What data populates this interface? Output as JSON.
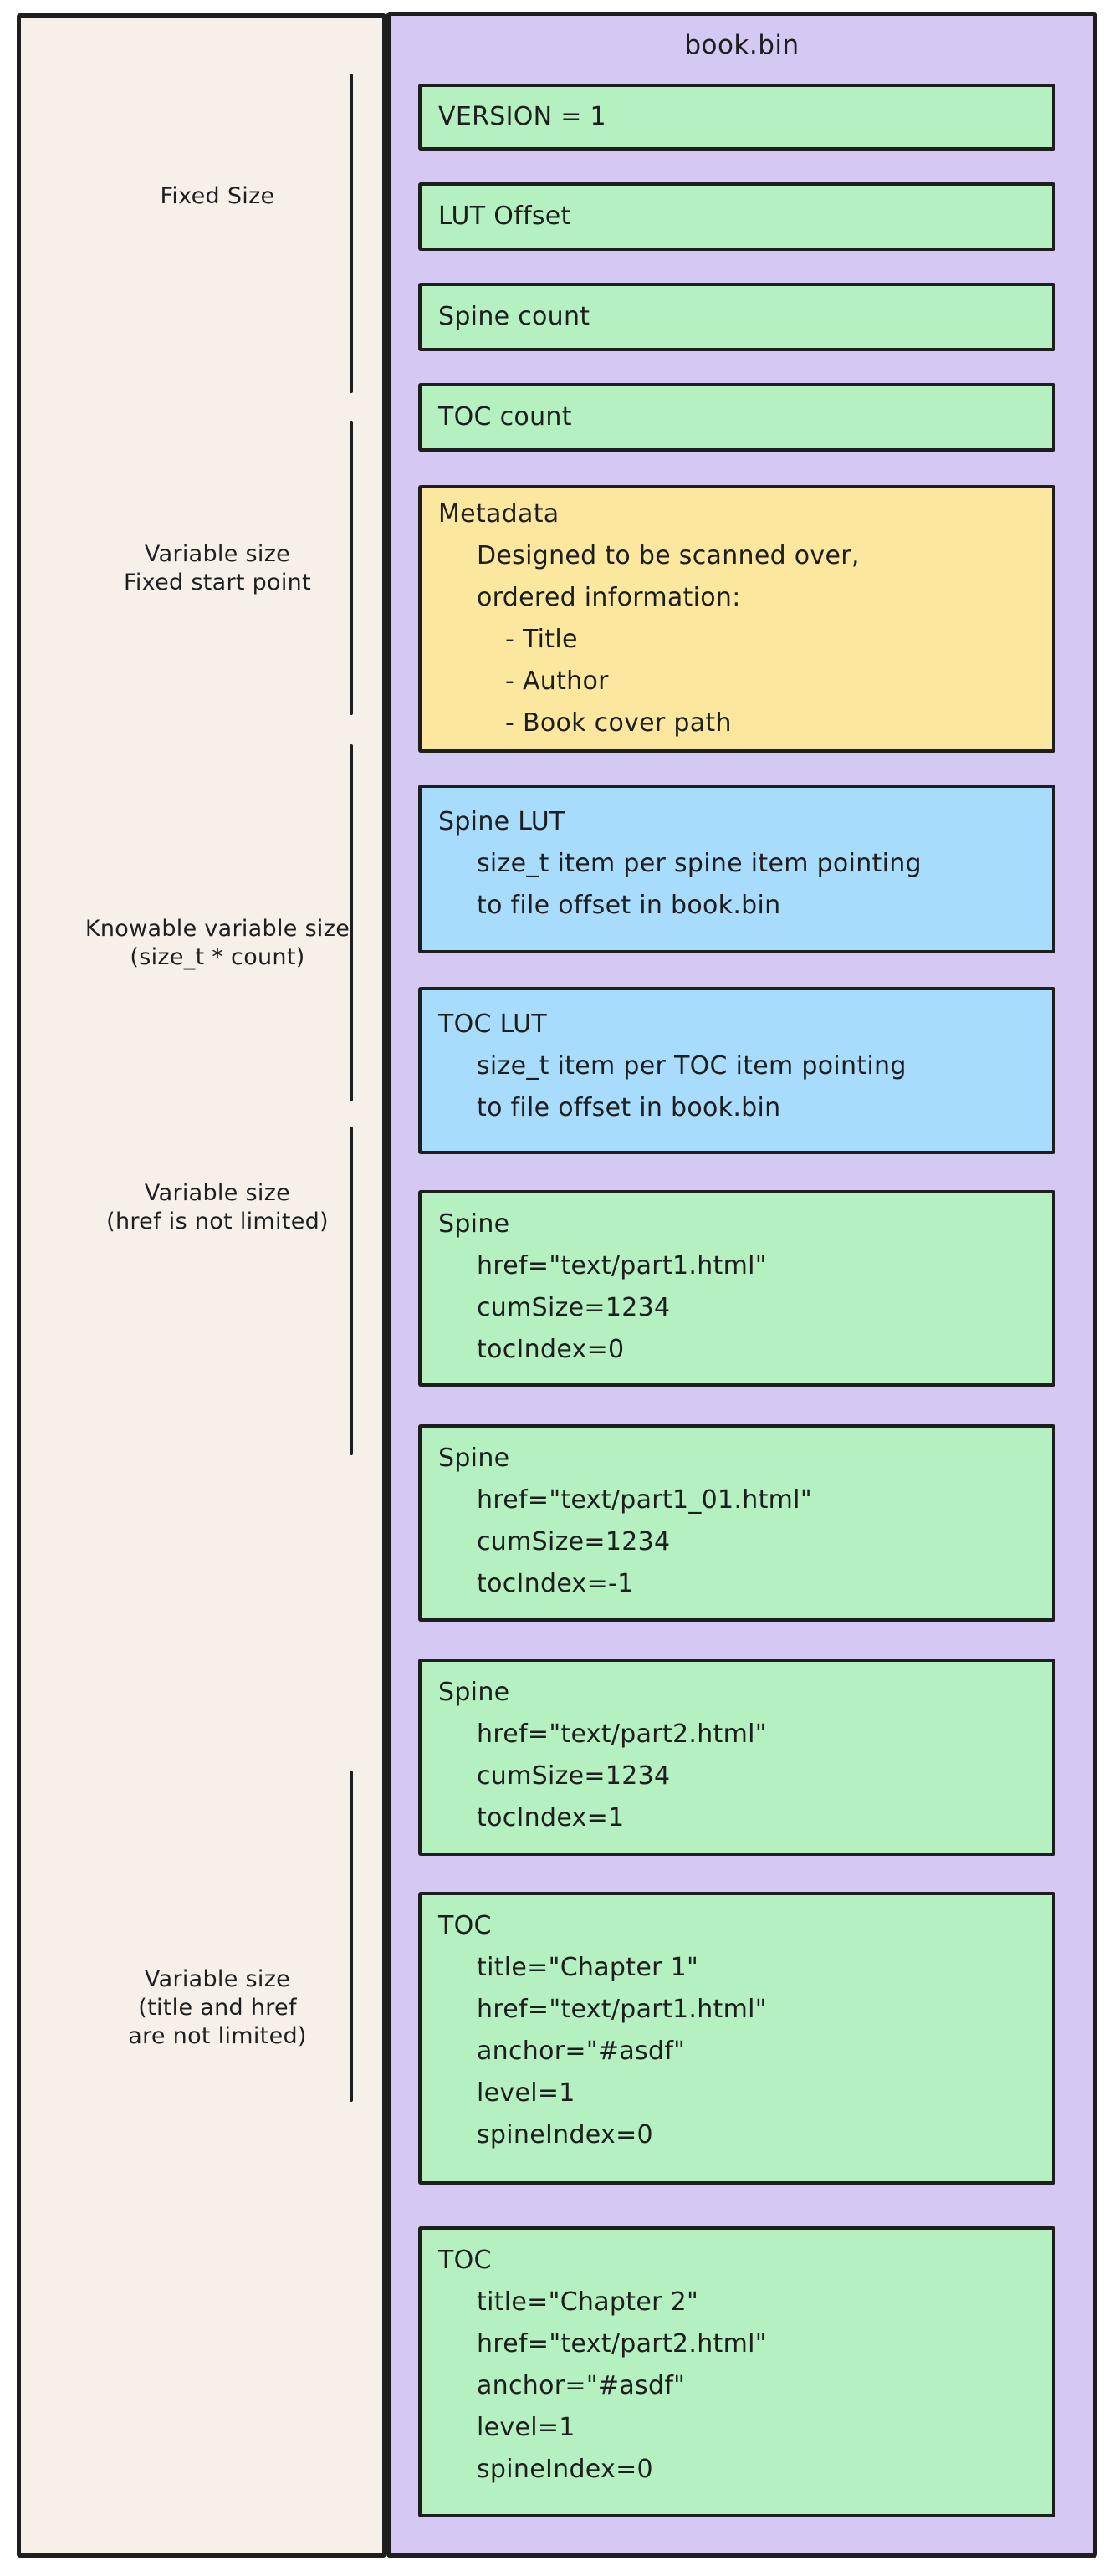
{
  "diagram": {
    "title": "book.bin",
    "colors": {
      "container_fill": "#d5c9f4",
      "side_panel_fill": "#f6f0e9",
      "fixed_field_fill": "#b4f0c0",
      "metadata_fill": "#fbe89e",
      "lut_fill": "#a8dcfc",
      "stroke": "#1e1e1e"
    },
    "side_labels": [
      {
        "lines": [
          "Fixed Size"
        ]
      },
      {
        "lines": [
          "Variable size",
          "Fixed start point"
        ]
      },
      {
        "lines": [
          "Knowable variable size",
          "(size_t * count)"
        ]
      },
      {
        "lines": [
          "Variable size",
          "(href is not limited)"
        ]
      },
      {
        "lines": [
          "Variable size",
          "(title and href",
          "are not limited)"
        ]
      }
    ],
    "boxes": [
      {
        "name": "version",
        "lines": [
          "VERSION = 1"
        ]
      },
      {
        "name": "lut-offset",
        "lines": [
          "LUT Offset"
        ]
      },
      {
        "name": "spine-count",
        "lines": [
          "Spine count"
        ]
      },
      {
        "name": "toc-count",
        "lines": [
          "TOC count"
        ]
      },
      {
        "name": "metadata",
        "lines": [
          "Metadata",
          "Designed to be scanned over,",
          "ordered information:",
          "- Title",
          "- Author",
          "- Book cover path"
        ]
      },
      {
        "name": "spine-lut",
        "lines": [
          "Spine LUT",
          "size_t item per spine item pointing",
          "to file offset in book.bin"
        ]
      },
      {
        "name": "toc-lut",
        "lines": [
          "TOC LUT",
          "size_t item per TOC item pointing",
          "to file offset in book.bin"
        ]
      },
      {
        "name": "spine-1",
        "lines": [
          "Spine",
          "href=\"text/part1.html\"",
          "cumSize=1234",
          "tocIndex=0"
        ]
      },
      {
        "name": "spine-2",
        "lines": [
          "Spine",
          "href=\"text/part1_01.html\"",
          "cumSize=1234",
          "tocIndex=-1"
        ]
      },
      {
        "name": "spine-3",
        "lines": [
          "Spine",
          "href=\"text/part2.html\"",
          "cumSize=1234",
          "tocIndex=1"
        ]
      },
      {
        "name": "toc-1",
        "lines": [
          "TOC",
          "title=\"Chapter 1\"",
          "href=\"text/part1.html\"",
          "anchor=\"#asdf\"",
          "level=1",
          "spineIndex=0"
        ]
      },
      {
        "name": "toc-2",
        "lines": [
          "TOC",
          "title=\"Chapter 2\"",
          "href=\"text/part2.html\"",
          "anchor=\"#asdf\"",
          "level=1",
          "spineIndex=0"
        ]
      }
    ]
  }
}
